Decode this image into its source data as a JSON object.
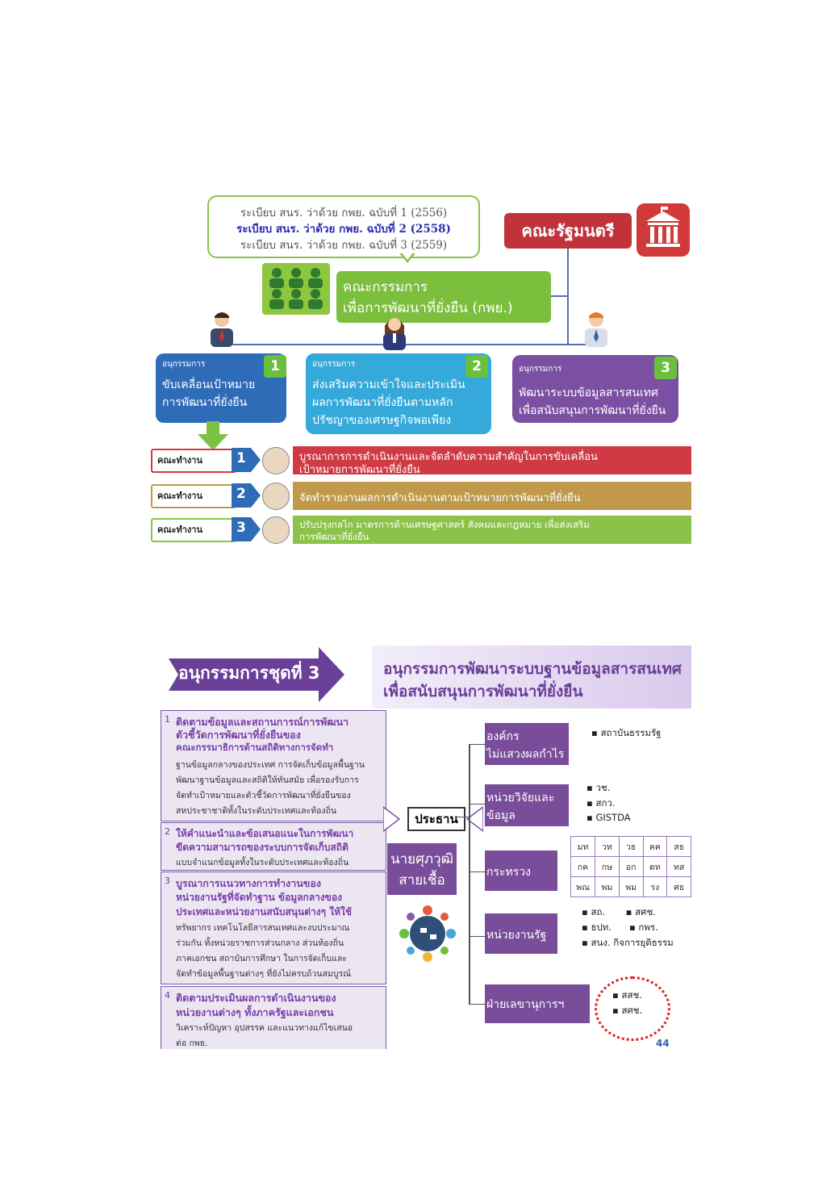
{
  "slide1": {
    "regulations": [
      "ระเบียบ สนร. ว่าด้วย กพย. ฉบับที่ 1 (2556)",
      "ระเบียบ สนร. ว่าด้วย กพย. ฉบับที่ 2 (2558)",
      "ระเบียบ สนร. ว่าด้วย กพย. ฉบับที่ 3 (2559)"
    ],
    "cabinet": "คณะรัฐมนตรี",
    "committee_line1": "คณะกรรมการ",
    "committee_line2": "เพื่อการพัฒนาที่ยั่งยืน (กพย.)",
    "subcommittees": [
      {
        "small": "อนุกรรมการ",
        "number": "1",
        "line1": "ขับเคลื่อนเป้าหมาย",
        "line2": "การพัฒนาที่ยั่งยืน",
        "line3": "",
        "color": "#2f6cb8"
      },
      {
        "small": "อนุกรรมการ",
        "number": "2",
        "line1": "ส่งเสริมความเข้าใจและประเมิน",
        "line2": "ผลการพัฒนาที่ยั่งยืนตามหลัก",
        "line3": "ปรัชญาของเศรษฐกิจพอเพียง",
        "color": "#35a9d9"
      },
      {
        "small": "อนุกรรมการ",
        "number": "3",
        "line1": "พัฒนาระบบข้อมูลสารสนเทศ",
        "line2": "เพื่อสนับสนุนการพัฒนาที่ยั่งยืน",
        "line3": "",
        "color": "#7b4fa2"
      }
    ],
    "working_groups": [
      {
        "label": "คณะทำงาน",
        "number": "1",
        "line1": "บูรณาการการดำเนินงานและจัดลำดับความสำคัญในการขับเคลื่อน",
        "line2": "เป้าหมายการพัฒนาที่ยั่งยืน",
        "color": "#cf3a45"
      },
      {
        "label": "คณะทำงาน",
        "number": "2",
        "line1": "จัดทำรายงานผลการดำเนินงานตามเป้าหมายการพัฒนาที่ยั่งยืน",
        "line2": "",
        "color": "#c09a4a"
      },
      {
        "label": "คณะทำงาน",
        "number": "3",
        "line1": "ปรับปรุงกลไก มาตรการด้านเศรษฐศาสตร์ สังคมและกฎหมาย เพื่อส่งเสริม",
        "line2": "การพัฒนาที่ยั่งยืน",
        "color": "#8bc34a"
      }
    ]
  },
  "slide2": {
    "title_left": "อนุกรรมการชุดที่ 3",
    "title_right_line1": "อนุกรรมการพัฒนาระบบฐานข้อมูลสารสนเทศ",
    "title_right_line2": "เพื่อสนับสนุนการพัฒนาที่ยั่งยืน",
    "tasks": [
      {
        "n": "1",
        "h1": "ติดตามข้อมูลและสถานการณ์การพัฒนา",
        "h2": "ตัวชี้วัดการพัฒนาที่ยั่งยืนของ",
        "h3": "คณะกรรมาธิการด้านสถิติทางการจัดทำ",
        "b": [
          "ฐานข้อมูลกลางของประเทศ การจัดเก็บข้อมูลพื้นฐาน",
          "พัฒนาฐานข้อมูลและสถิติให้ทันสมัย เพื่อรองรับการ",
          "จัดทำเป้าหมายและตัวชี้วัดการพัฒนาที่ยั่งยืนของ",
          "สหประชาชาติทั้งในระดับประเทศและท้องถิ่น"
        ]
      },
      {
        "n": "2",
        "h1": "ให้คำแนะนำและข้อเสนอแนะในการพัฒนา",
        "h2": "ขีดความสามารถของระบบการจัดเก็บสถิติ",
        "h3": "",
        "b": [
          "แบบจำแนกข้อมูลทั้งในระดับประเทศและท้องถิ่น"
        ]
      },
      {
        "n": "3",
        "h1": "บูรณาการแนวทางการทำงานของ",
        "h2": "หน่วยงานรัฐที่จัดทำฐาน ข้อมูลกลางของ",
        "h3": "ประเทศและหน่วยงานสนับสนุนต่างๆ ให้ใช้",
        "b": [
          "ทรัพยากร เทคโนโลยีสารสนเทศและงบประมาณ",
          "ร่วมกัน ทั้งหน่วยราชการส่วนกลาง ส่วนท้องถิ่น",
          "ภาคเอกชน สถาบันการศึกษา ในการจัดเก็บและ",
          "จัดทำข้อมูลพื้นฐานต่างๆ ที่ยังไม่ครบถ้วนสมบูรณ์"
        ]
      },
      {
        "n": "4",
        "h1": "ติดตามประเมินผลการดำเนินงานของ",
        "h2": "หน่วยงานต่างๆ ทั้งภาครัฐและเอกชน",
        "h3": "",
        "b": [
          "วิเคราะห์ปัญหา อุปสรรค และแนวทางแก้ไขเสนอ",
          "ต่อ กพย."
        ]
      }
    ],
    "chair_label": "ประธาน",
    "chair_name_line1": "นายศุภวุฒิ",
    "chair_name_line2": "สายเชื้อ",
    "orgs": [
      {
        "line1": "องค์กร",
        "line2": "ไม่แสวงผลกำไร",
        "bullets": [
          "▪ สถาบันธรรมรัฐ"
        ]
      },
      {
        "line1": "หน่วยวิจัยและ",
        "line2": "ข้อมูล",
        "bullets": [
          "▪ วช.",
          "▪ สกว.",
          "▪ GISTDA"
        ]
      },
      {
        "line1": "กระทรวง",
        "line2": "",
        "bullets": []
      },
      {
        "line1": "หน่วยงานรัฐ",
        "line2": "",
        "bullets": [
          "▪ สถ.       ▪ สศช.",
          "▪ ธปท.      ▪ กพร.",
          "▪ สนง. กิจการยุติธรรม"
        ]
      },
      {
        "line1": "ฝ่ายเลขานุการฯ",
        "line2": "",
        "bullets": [
          "▪ สสช.",
          "▪ สศช."
        ]
      }
    ],
    "ministries": [
      [
        "มท",
        "วท",
        "วธ",
        "คค",
        "สธ"
      ],
      [
        "กค",
        "กษ",
        "อก",
        "ดท",
        "ทส"
      ],
      [
        "พณ",
        "พม",
        "พม",
        "รง",
        "ศธ"
      ]
    ],
    "page_number": "44"
  }
}
